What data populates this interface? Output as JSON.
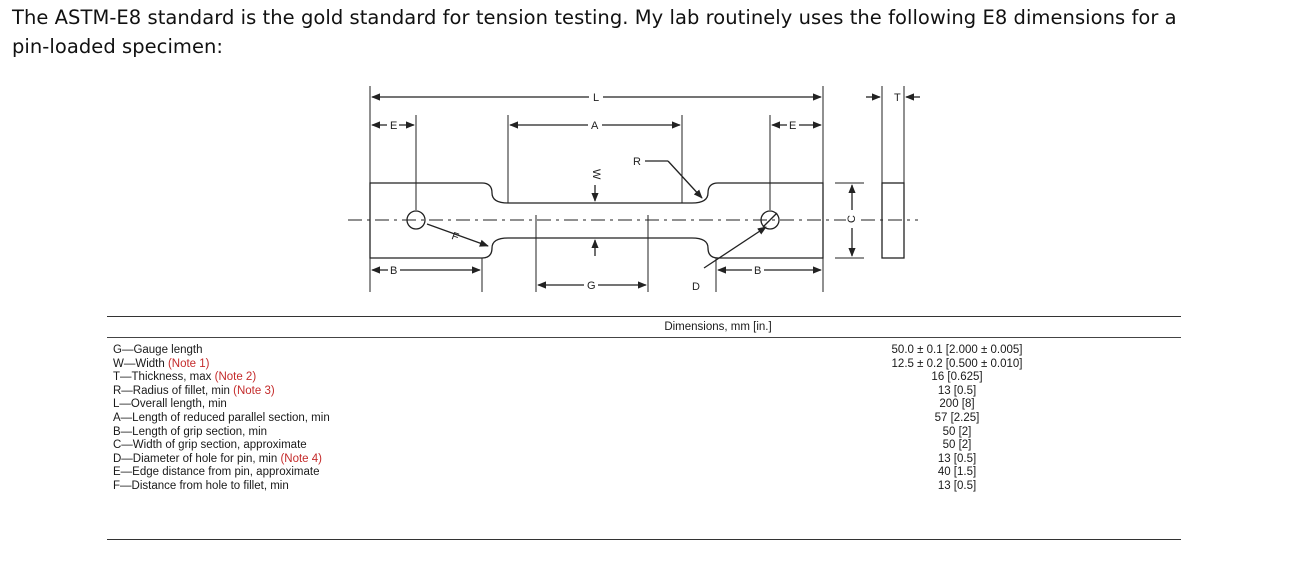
{
  "intro": {
    "line1": "The ASTM-E8 standard is the gold standard for tension testing.  My lab routinely uses the following E8 dimensions for a",
    "line2": "pin-loaded specimen:"
  },
  "figure": {
    "labels": {
      "L": "L",
      "A": "A",
      "E_left": "E",
      "E_right": "E",
      "T": "T",
      "W": "W",
      "R": "R",
      "F": "F",
      "C": "C",
      "B_left": "B",
      "G": "G",
      "D": "D",
      "B_right": "B"
    }
  },
  "table": {
    "header": "Dimensions, mm [in.]",
    "rows": [
      {
        "label": "G—Gauge length",
        "note": "",
        "value": "50.0 ± 0.1 [2.000 ± 0.005]"
      },
      {
        "label": "W—Width ",
        "note": "(Note 1)",
        "value": "12.5 ± 0.2 [0.500 ± 0.010]"
      },
      {
        "label": "T—Thickness, max ",
        "note": "(Note 2)",
        "value": "16 [0.625]"
      },
      {
        "label": "R—Radius of fillet, min ",
        "note": "(Note 3)",
        "value": "13 [0.5]"
      },
      {
        "label": "L—Overall length, min",
        "note": "",
        "value": "200 [8]"
      },
      {
        "label": "A—Length of reduced parallel section, min",
        "note": "",
        "value": "57 [2.25]"
      },
      {
        "label": "B—Length of grip section, min",
        "note": "",
        "value": "50 [2]"
      },
      {
        "label": "C—Width of grip section, approximate",
        "note": "",
        "value": "50 [2]"
      },
      {
        "label": "D—Diameter of hole for pin, min ",
        "note": "(Note 4)",
        "value": "13 [0.5]"
      },
      {
        "label": "E—Edge distance from pin, approximate",
        "note": "",
        "value": "40 [1.5]"
      },
      {
        "label": "F—Distance from hole to fillet, min",
        "note": "",
        "value": "13 [0.5]"
      }
    ]
  }
}
